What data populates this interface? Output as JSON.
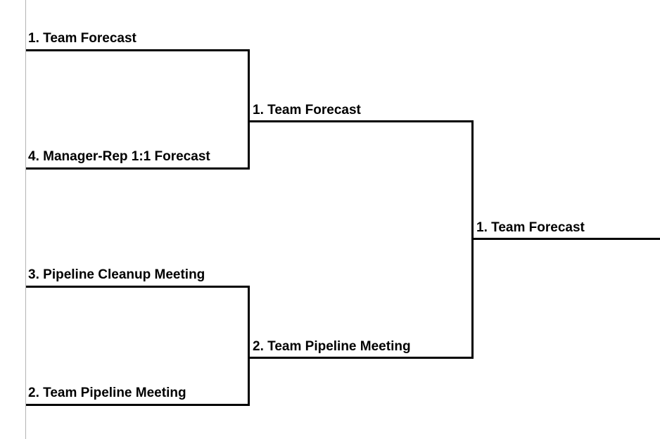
{
  "bracket": {
    "round1": [
      {
        "seed": "1.",
        "name": "Team Forecast"
      },
      {
        "seed": "4.",
        "name": "Manager-Rep 1:1 Forecast"
      },
      {
        "seed": "3.",
        "name": "Pipeline Cleanup Meeting"
      },
      {
        "seed": "2.",
        "name": "Team Pipeline Meeting"
      }
    ],
    "round2": [
      {
        "seed": "1.",
        "name": "Team Forecast"
      },
      {
        "seed": "2.",
        "name": "Team Pipeline Meeting"
      }
    ],
    "final": {
      "seed": "1.",
      "name": "Team Forecast"
    }
  },
  "colors": {
    "line": "#000000",
    "gridline": "#b4b4b4",
    "background": "#ffffff"
  }
}
